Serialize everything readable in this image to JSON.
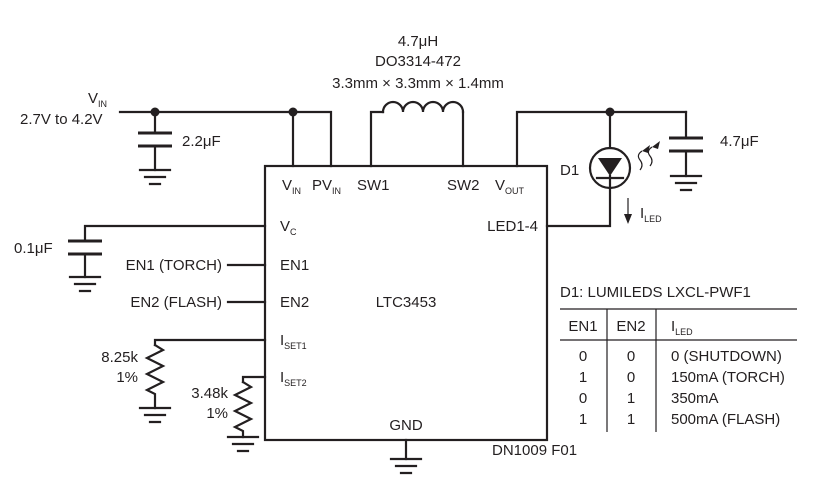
{
  "inductor": {
    "value": "4.7μH",
    "part": "DO3314-472",
    "size": "3.3mm × 3.3mm × 1.4mm"
  },
  "vin": {
    "label": "V",
    "label_sub": "IN",
    "range": "2.7V to 4.2V"
  },
  "caps": {
    "input": "2.2μF",
    "output": "4.7μF",
    "vc": "0.1μF"
  },
  "ic": {
    "name": "LTC3453",
    "pins": {
      "vin": "V",
      "vin_sub": "IN",
      "pvin": "PV",
      "pvin_sub": "IN",
      "sw1": "SW1",
      "sw2": "SW2",
      "vout": "V",
      "vout_sub": "OUT",
      "vc": "V",
      "vc_sub": "C",
      "led": "LED1-4",
      "en1": "EN1",
      "en2": "EN2",
      "iset1": "I",
      "iset1_sub": "SET1",
      "iset2": "I",
      "iset2_sub": "SET2",
      "gnd": "GND"
    }
  },
  "inputs": {
    "en1": "EN1 (TORCH)",
    "en2": "EN2 (FLASH)"
  },
  "resistors": {
    "r1_value": "8.25k",
    "r1_tol": "1%",
    "r2_value": "3.48k",
    "r2_tol": "1%"
  },
  "diode": {
    "ref": "D1",
    "current": "I",
    "current_sub": "LED"
  },
  "figure_code": "DN1009 F01",
  "table": {
    "title": "D1: LUMILEDS LXCL-PWF1",
    "headers": [
      "EN1",
      "EN2",
      "I",
      "LED"
    ],
    "rows": [
      [
        "0",
        "0",
        "0 (SHUTDOWN)"
      ],
      [
        "1",
        "0",
        "150mA (TORCH)"
      ],
      [
        "0",
        "1",
        "350mA"
      ],
      [
        "1",
        "1",
        "500mA (FLASH)"
      ]
    ]
  }
}
